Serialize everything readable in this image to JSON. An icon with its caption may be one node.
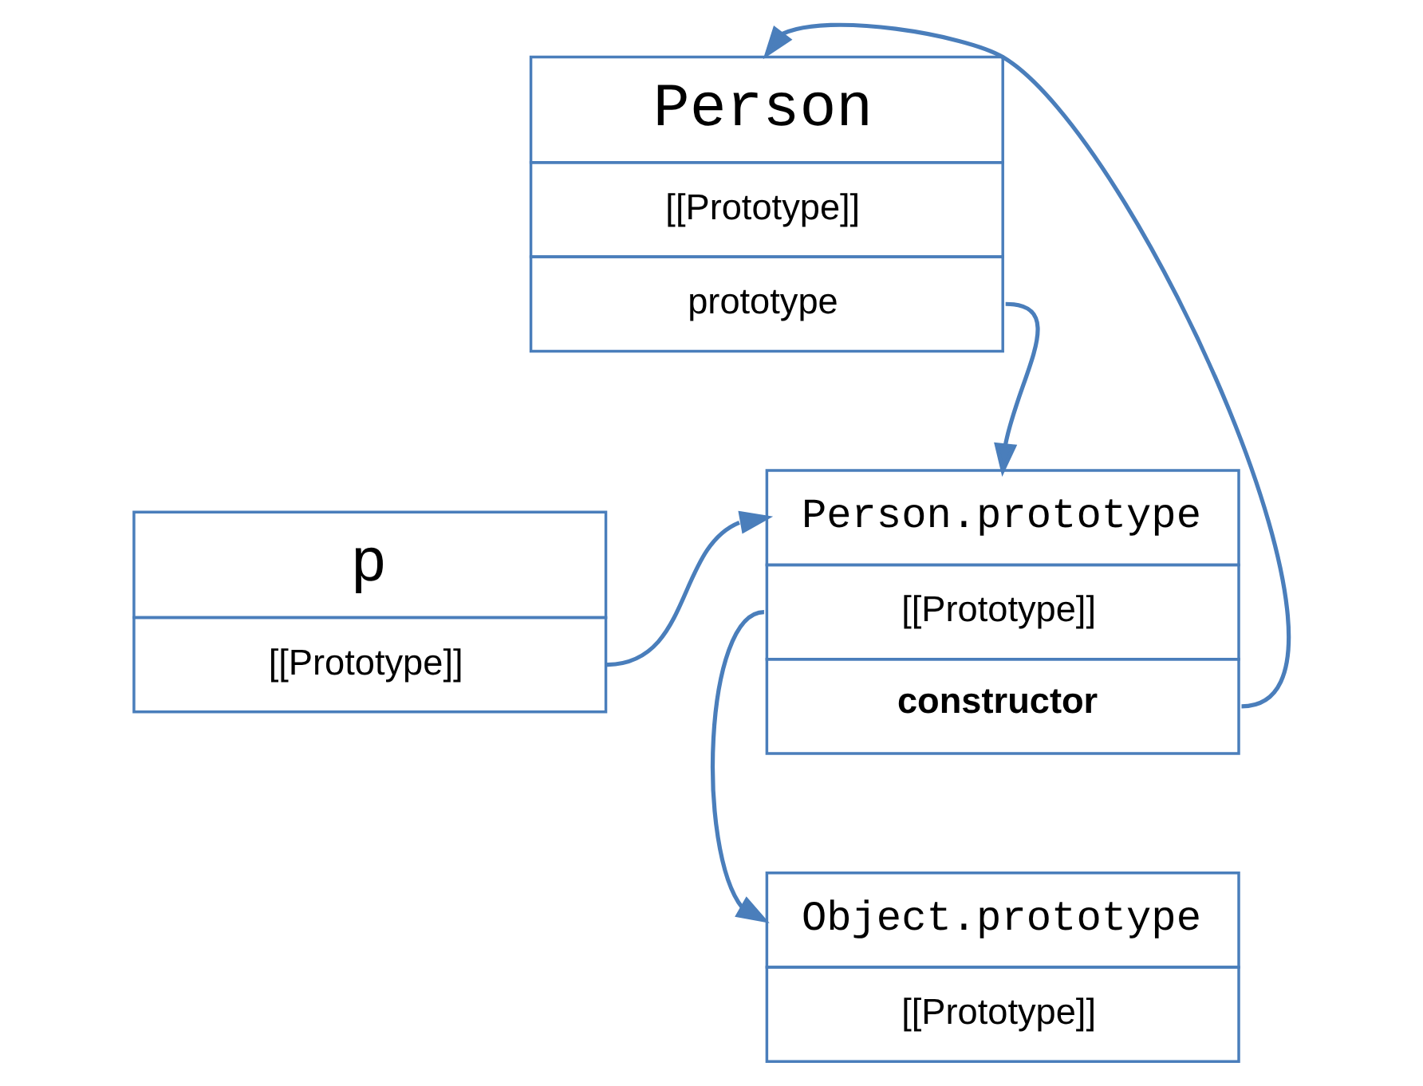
{
  "diagram": {
    "nodes": [
      {
        "text": [
          "Person",
          "[[Prototype]]",
          "prototype"
        ]
      },
      {
        "text": [
          "p",
          "[[Prototype]]"
        ]
      },
      {
        "text": [
          "Person.prototype",
          "[[Prototype]]",
          "constructor"
        ]
      },
      {
        "text": [
          "Object.prototype",
          "[[Prototype]]"
        ]
      }
    ],
    "edges": [
      {
        "from": 0,
        "to": 2,
        "arrow": "to"
      },
      {
        "from": 1,
        "to": 2,
        "arrow": "to"
      },
      {
        "from": 2,
        "to": 3,
        "arrow": "to"
      },
      {
        "from": 2,
        "to": 0,
        "arrow": "to"
      }
    ]
  }
}
